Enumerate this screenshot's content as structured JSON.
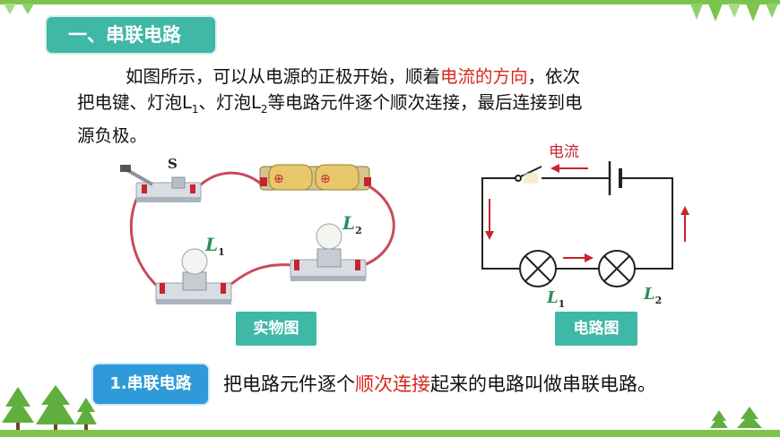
{
  "section_title": "一、串联电路",
  "paragraph": {
    "line1_a": "如图所示，可以从电源的正极开始，顺着",
    "line1_red": "电流的方向",
    "line1_b": "，依次",
    "line2_a": "把电键、灯泡L",
    "line2_sub1": "1",
    "line2_b": "、灯泡L",
    "line2_sub2": "2",
    "line2_c": "等电路元件逐个顺次连接，最后连接到电",
    "line3": "源负极。"
  },
  "physical_diagram": {
    "switch_label": "S",
    "lamp1_label": "L",
    "lamp1_sub": "1",
    "lamp2_label": "L",
    "lamp2_sub": "2",
    "battery_plus": "⊕",
    "caption": "实物图"
  },
  "circuit_diagram": {
    "current_label": "电流",
    "lamp1_label": "L",
    "lamp1_sub": "1",
    "lamp2_label": "L",
    "lamp2_sub": "2",
    "caption": "电路图"
  },
  "definition": {
    "label": "1.串联电路",
    "text_a": "把电路元件逐个",
    "text_red": "顺次连接",
    "text_b": "起来的电路叫做串联电路。"
  },
  "colors": {
    "accent_teal": "#3fb8a6",
    "accent_blue": "#2e9ad8",
    "highlight_red": "#d8271e",
    "frame_green": "#7cc44e"
  }
}
